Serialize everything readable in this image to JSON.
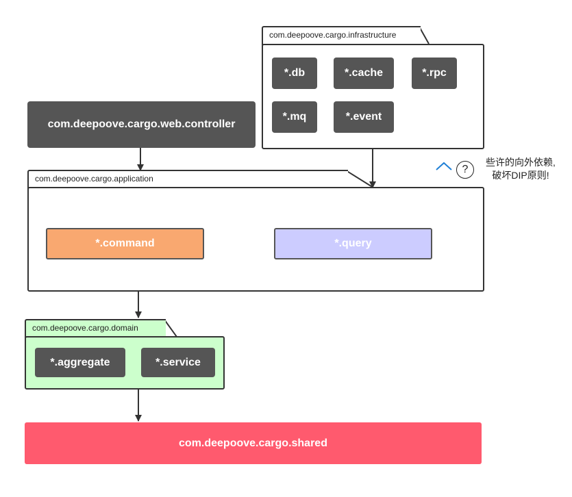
{
  "packages": {
    "infrastructure": {
      "name": "com.deepoove.cargo.infrastructure",
      "modules": [
        "*.db",
        "*.cache",
        "*.rpc",
        "*.mq",
        "*.event"
      ]
    },
    "web_controller": {
      "name": "com.deepoove.cargo.web.controller"
    },
    "application": {
      "name": "com.deepoove.cargo.application",
      "modules": [
        "*.command",
        "*.query"
      ]
    },
    "domain": {
      "name": "com.deepoove.cargo.domain",
      "modules": [
        "*.aggregate",
        "*.service"
      ]
    },
    "shared": {
      "name": "com.deepoove.cargo.shared"
    }
  },
  "annotation": {
    "question_mark": "?",
    "line1": "些许的向外依赖,",
    "line2": "破坏DIP原则!"
  },
  "colors": {
    "dark_box": "#555555",
    "command": "#F9A870",
    "query": "#CCCCFF",
    "domain_fill": "#CCFFCC",
    "shared": "#FF5A6E",
    "chevron": "#1E7FD6"
  },
  "icons": [
    "chevron-up-icon",
    "question-circle-icon"
  ]
}
